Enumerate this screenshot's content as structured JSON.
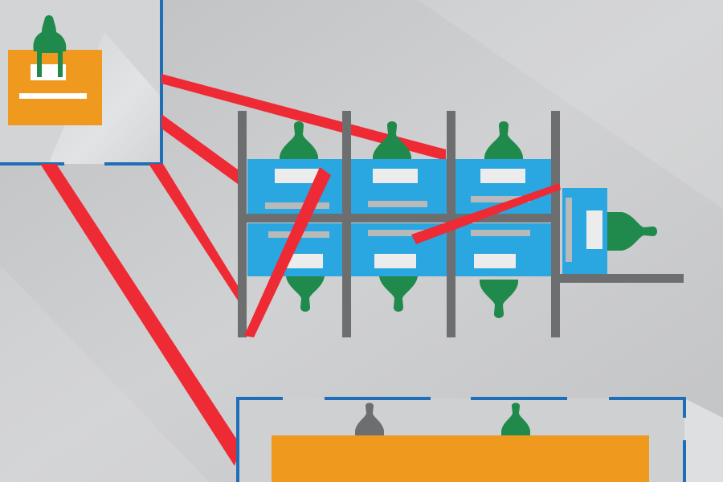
{
  "scene": {
    "description_free": true,
    "colors": {
      "background": "#c9cacc",
      "background_light": "#d9dadc",
      "frame_outline": "#1f6fb8",
      "orange_block": "#f0991f",
      "blue_tray": "#2aa6e0",
      "blue_tray_dark": "#1d8fc8",
      "rack_bar": "#6d6e70",
      "bottle_green": "#1f8a4c",
      "bottle_gray": "#6d6e70",
      "label_white": "#ececec",
      "label_gray": "#b8b9bb",
      "connector_red": "#ee2a35"
    },
    "icons": {
      "bottle": "baby-bottle-nipple-icon",
      "label": "label-strip-icon"
    },
    "rack": {
      "top_row_cells": 3,
      "bottom_row_cells": 3,
      "side_cell": 1
    }
  }
}
